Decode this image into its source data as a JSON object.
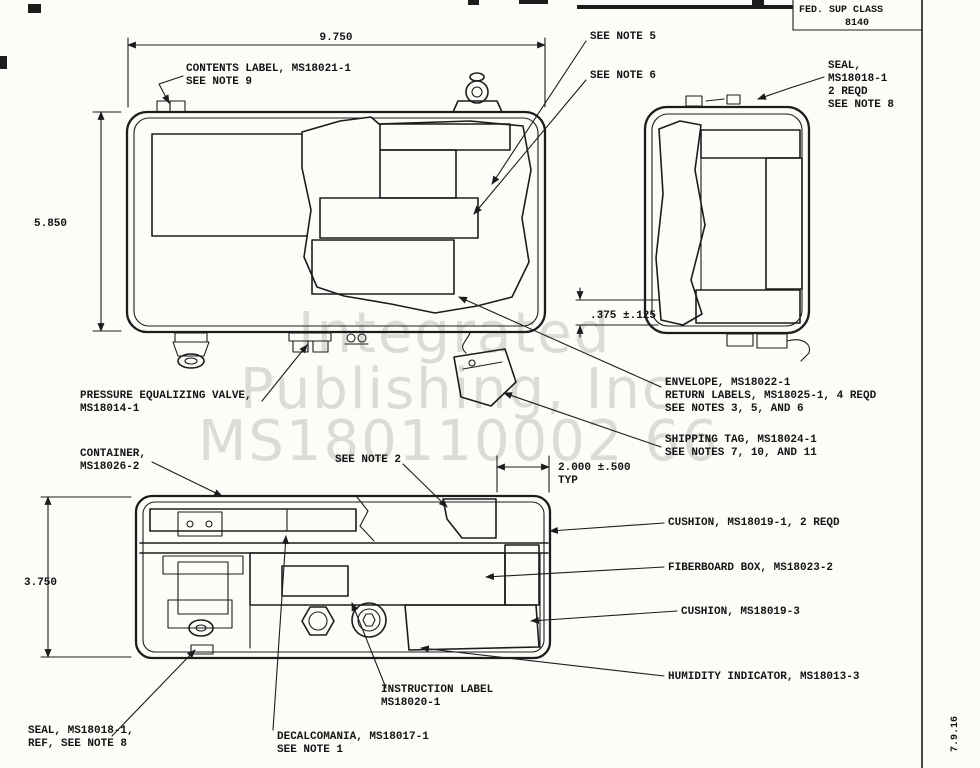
{
  "header": {
    "fed_sup_class_label": "FED. SUP CLASS",
    "class_number": "8140"
  },
  "edge_note": "7.9.16",
  "watermark": {
    "line1": "Integrated",
    "line2": "Publishing, Inc",
    "line3": "MS180110002 66"
  },
  "dimensions": {
    "overall_width": "9.750",
    "upper_height": "5.850",
    "lower_height": "3.750",
    "skid_gap": ".375 ±.125",
    "typ_line1": "2.000 ±.500",
    "typ_line2": "TYP"
  },
  "callouts": {
    "contents_label": {
      "line1": "CONTENTS LABEL, MS18021-1",
      "line2": "SEE NOTE 9"
    },
    "see_note_5": "SEE NOTE 5",
    "see_note_6": "SEE NOTE 6",
    "seal_top": {
      "line1": "SEAL,",
      "line2": "MS18018-1",
      "line3": "2 REQD",
      "line4": "SEE NOTE 8"
    },
    "envelope": {
      "line1": "ENVELOPE, MS18022-1",
      "line2": "RETURN LABELS, MS18025-1, 4 REQD",
      "line3": "SEE NOTES 3, 5, AND 6"
    },
    "shipping_tag": {
      "line1": "SHIPPING TAG, MS18024-1",
      "line2": "SEE NOTES 7, 10, AND 11"
    },
    "pressure_valve": {
      "line1": "PRESSURE EQUALIZING VALVE,",
      "line2": "MS18014-1"
    },
    "container": {
      "line1": "CONTAINER,",
      "line2": "MS18026-2"
    },
    "see_note_2": "SEE NOTE 2",
    "cushion_1": "CUSHION, MS18019-1, 2 REQD",
    "fiberboard_box": "FIBERBOARD BOX, MS18023-2",
    "cushion_3": "CUSHION, MS18019-3",
    "humidity_indicator": "HUMIDITY INDICATOR, MS18013-3",
    "instruction_label": {
      "line1": "INSTRUCTION LABEL",
      "line2": "MS18020-1"
    },
    "decalcomania": {
      "line1": "DECALCOMANIA, MS18017-1",
      "line2": "SEE NOTE 1"
    },
    "seal_bottom": {
      "line1": "SEAL, MS18018-1,",
      "line2": "REF, SEE NOTE 8"
    }
  }
}
